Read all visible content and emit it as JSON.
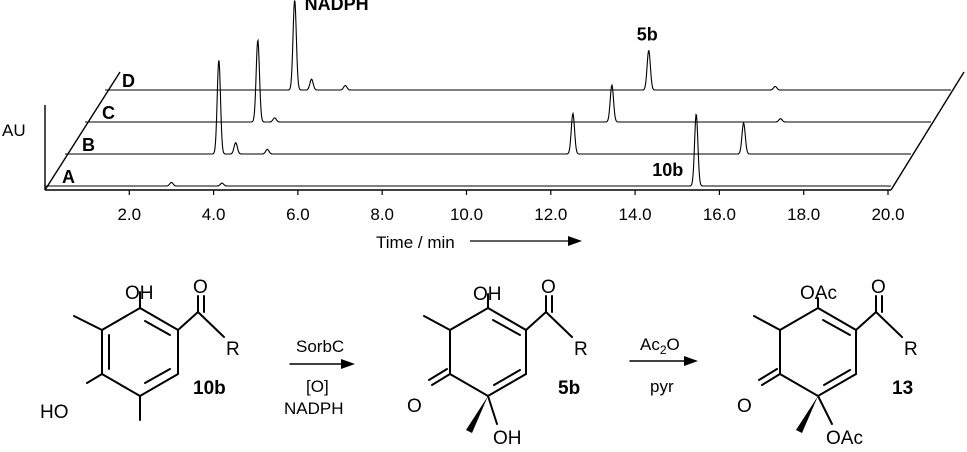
{
  "chart_data": {
    "type": "line",
    "ylabel": "AU",
    "xlabel": "Time / min",
    "xlim": [
      0.5,
      20.5
    ],
    "xticks": [
      "2.0",
      "4.0",
      "6.0",
      "8.0",
      "10.0",
      "12.0",
      "14.0",
      "16.0",
      "18.0",
      "20.0"
    ],
    "grid": false,
    "series": [
      {
        "name": "A",
        "peaks": [
          {
            "t": 3.0,
            "h": 0.05
          },
          {
            "t": 4.2,
            "h": 0.04
          },
          {
            "t": 15.45,
            "h": 1.0,
            "label": "10b"
          }
        ]
      },
      {
        "name": "B",
        "peaks": [
          {
            "t": 3.65,
            "h": 1.0
          },
          {
            "t": 4.05,
            "h": 0.12
          },
          {
            "t": 4.8,
            "h": 0.05
          },
          {
            "t": 12.05,
            "h": 0.43
          },
          {
            "t": 16.1,
            "h": 0.33
          }
        ]
      },
      {
        "name": "C",
        "peaks": [
          {
            "t": 4.1,
            "h": 1.0
          },
          {
            "t": 4.5,
            "h": 0.05
          },
          {
            "t": 12.5,
            "h": 0.45
          },
          {
            "t": 16.5,
            "h": 0.04
          }
        ]
      },
      {
        "name": "D",
        "peaks": [
          {
            "t": 4.5,
            "h": 1.0,
            "label": "NADPH"
          },
          {
            "t": 4.9,
            "h": 0.12
          },
          {
            "t": 5.7,
            "h": 0.05
          },
          {
            "t": 12.9,
            "h": 0.44,
            "label": "5b"
          },
          {
            "t": 15.9,
            "h": 0.04
          }
        ]
      }
    ]
  },
  "scheme": {
    "compounds": {
      "c10b": {
        "top": "OH",
        "left": "HO",
        "right": "R",
        "o": "O",
        "label": "10b"
      },
      "c5b": {
        "top": "OH",
        "ketone": "O",
        "bottom": "OH",
        "right": "R",
        "o": "O",
        "label": "5b"
      },
      "c13": {
        "top": "OAc",
        "ketone": "O",
        "bottom": "OAc",
        "right": "R",
        "o": "O",
        "label": "13"
      }
    },
    "arrow1": {
      "above": "SorbC",
      "below1": "[O]",
      "below2": "NADPH"
    },
    "arrow2": {
      "above_main": "Ac",
      "above_sub": "2",
      "above_tail": "O",
      "below": "pyr"
    }
  }
}
